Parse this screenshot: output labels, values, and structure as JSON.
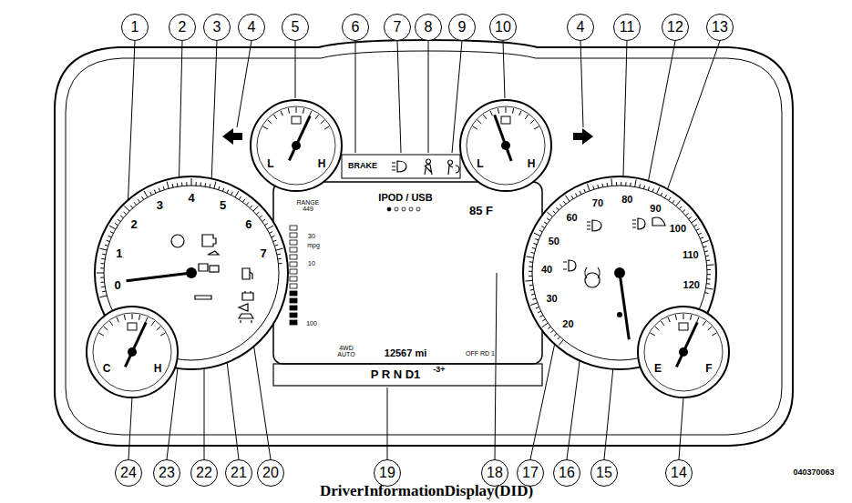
{
  "diagram": {
    "caption": "DriverInformationDisplay(DID)",
    "nodes": [
      {
        "text": [
          "1"
        ]
      },
      {
        "text": [
          "2"
        ]
      },
      {
        "text": [
          "3"
        ]
      },
      {
        "text": [
          "4"
        ]
      },
      {
        "text": [
          "5"
        ]
      },
      {
        "text": [
          "6"
        ]
      },
      {
        "text": [
          "7"
        ]
      },
      {
        "text": [
          "8"
        ]
      },
      {
        "text": [
          "9"
        ]
      },
      {
        "text": [
          "10"
        ]
      },
      {
        "text": [
          "4"
        ]
      },
      {
        "text": [
          "11"
        ]
      },
      {
        "text": [
          "12"
        ]
      },
      {
        "text": [
          "13"
        ]
      },
      {
        "text": [
          "24"
        ]
      },
      {
        "text": [
          "23"
        ]
      },
      {
        "text": [
          "22"
        ]
      },
      {
        "text": [
          "21"
        ]
      },
      {
        "text": [
          "20"
        ]
      },
      {
        "text": [
          "19"
        ]
      },
      {
        "text": [
          "18"
        ]
      },
      {
        "text": [
          "17"
        ]
      },
      {
        "text": [
          "16"
        ]
      },
      {
        "text": [
          "15"
        ]
      },
      {
        "text": [
          "14"
        ]
      }
    ],
    "labels": [
      "0",
      "1",
      "2",
      "3",
      "4",
      "5",
      "6",
      "7",
      "20",
      "30",
      "40",
      "50",
      "60",
      "70",
      "80",
      "90",
      "100",
      "110",
      "120",
      "L",
      "H",
      "L",
      "H",
      "C",
      "H",
      "E",
      "F",
      "BRAKE",
      "IPOD / USB",
      "85 F",
      "RANGE 449",
      "30",
      "mpg",
      "10",
      "100",
      "4WD AUTO",
      "12567 mi",
      "OFF RD 1",
      "P R N D1",
      "-3+",
      "040370063"
    ]
  }
}
